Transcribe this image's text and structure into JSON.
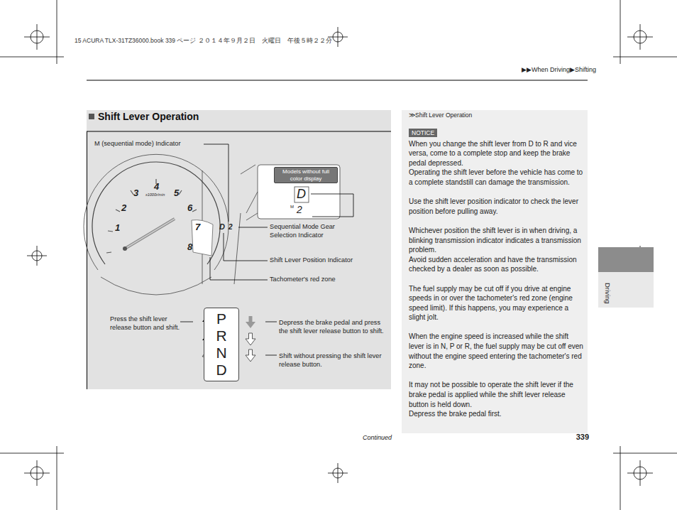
{
  "diagram": {
    "title": "Shift Lever Operation",
    "nodes": [
      {
        "text": [
          "≫Shift Lever Operation",
          "When you change the shift lever from D to R and vice versa, come to a complete stop and keep the brake pedal depressed.",
          "Operating the shift lever before the vehicle has come to a complete standstill can damage the transmission.",
          "Use the shift lever position indicator to check the lever position before pulling away.",
          "Whichever position the shift lever is in when driving, a blinking transmission indicator indicates a transmission problem.",
          "Avoid sudden acceleration and have the transmission checked by a dealer as soon as possible.",
          "The fuel supply may be cut off if you drive at engine speeds in or over the tachometer's red zone (engine speed limit). If this happens, you may experience a slight jolt.",
          "When the engine speed is increased while the shift lever is in N, P or R, the fuel supply may be cut off even without the engine speed entering the tachometer's red zone.",
          "It may not be possible to operate the shift lever if the brake pedal is applied while the shift lever release button is held down.",
          "Depress the brake pedal first."
        ]
      },
      {
        "text": [
          "NOTICE"
        ],
        "in": 0
      },
      {
        "text": [
          "Models without full color display"
        ]
      },
      {
        "text": [
          "P",
          "R",
          "N",
          "D"
        ]
      }
    ],
    "labels": [
      "15 ACURA TLX-31TZ36000.book  339 ページ  ２０１４年９月２日　火曜日　午後５時２２分",
      "▶▶When Driving▶Shifting",
      "Driving",
      "339",
      "Continued",
      "M (sequential mode) Indicator",
      "Sequential Mode Gear Selection Indicator",
      "Shift Lever Position Indicator",
      "Tachometer's red zone",
      "Press the shift lever release button and shift.",
      "Depress the brake pedal and press the shift lever release button to shift.",
      "Shift without pressing the shift lever release button.",
      "1",
      "2",
      "3",
      "4",
      "5",
      "6",
      "7",
      "8",
      "x1000r/min",
      "D",
      "2",
      "D",
      "M",
      "2"
    ]
  }
}
